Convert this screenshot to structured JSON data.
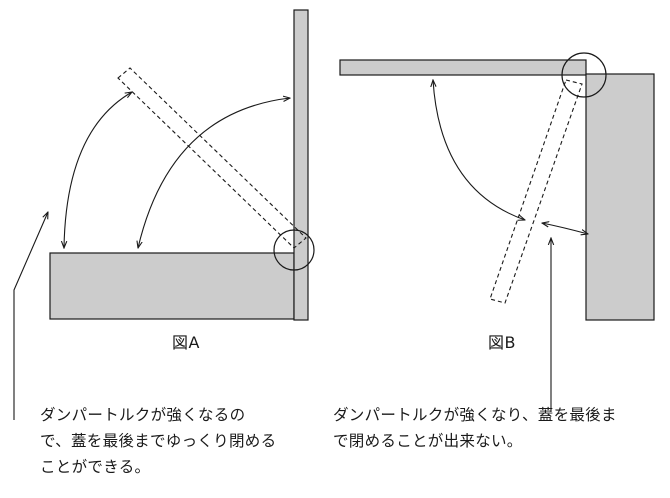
{
  "figure_a": {
    "label": "図A",
    "caption_lines": [
      "ダンパートルクが強くなるの",
      "で、蓋を最後までゆっくり閉める",
      "ことができる。"
    ]
  },
  "figure_b": {
    "label": "図B",
    "caption_lines": [
      "ダンパートルクが強くなり、蓋を最後ま",
      "で閉めることが出来ない。"
    ]
  },
  "colors": {
    "panel_fill": "#cccccc",
    "stroke": "#1a1a1a",
    "background": "#ffffff"
  }
}
